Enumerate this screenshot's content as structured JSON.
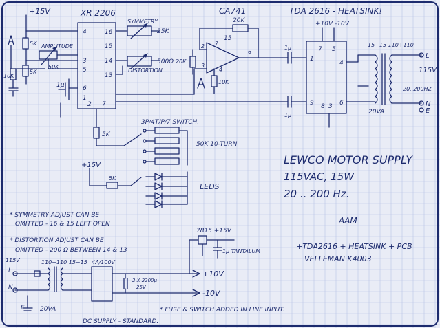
{
  "labels": {
    "ic_xr": "XR 2206",
    "ic_ca": "CA741",
    "ic_tda": "TDA 2616 - HEATSINK!",
    "plus15v_top": "+15V",
    "plus15v_mid": "+15V",
    "plus15v_ps": "+15V",
    "tda_supply": "+10V  -10V",
    "sym": "SYMMETRY",
    "sym_val": "25K",
    "dist": "DISTORTION",
    "dist_val": "500Ω",
    "amplitude": "AMPLITUDE",
    "amp_val": "50K",
    "r5k_top": "5K",
    "r5k_bot": "5K",
    "r10k_left": "10K",
    "c1u_left": "1µ",
    "r20k": "20K",
    "p15": "15",
    "r10k_op": "10K",
    "r20k_op": "20K",
    "c1u_a": "1µ",
    "c1u_b": "1µ",
    "r5k_sw": "5K",
    "r5k_led": "5K",
    "switch": "3P/4T/P/7 SWITCH.",
    "pot": "50K 10-TURN",
    "leds": "LEDS",
    "tr_label": "15+15   110+110",
    "v115": "115V",
    "f20": "20..200HZ",
    "va20": "20VA",
    "title1": "LEWCO MOTOR SUPPLY",
    "title2": "115VAC, 15W",
    "title3": "20 .. 200 Hz.",
    "aam": "AAM",
    "note1": "* SYMMETRY ADJUST CAN BE",
    "note1b": "OMITTED - 16 & 15 LEFT OPEN",
    "note2": "* DISTORTION ADJUST CAN BE",
    "note2b": "OMITTED - 200 Ω BETWEEN 14 & 13",
    "note3": "+TDA2616 + HEATSINK + PCB",
    "note3b": "VELLEMAN K4003",
    "ps_7815": "7815  +15V",
    "ps_cap": "1µ TANTALUM",
    "ps_115": "115V",
    "ps_tr": "110+110  15+15",
    "ps_rect": "4A/100V",
    "ps_cap2": "2 X 2200µ",
    "ps_cap2b": "25V",
    "ps_10v": "+10V",
    "ps_m10v": "-10V",
    "ps_20va": "20VA",
    "fuse_note": "* FUSE & SWITCH ADDED IN LINE INPUT.",
    "dc_supply": "DC SUPPLY - STANDARD.",
    "term_L": "L",
    "term_N": "N",
    "term_E": "E",
    "ps_L": "L",
    "ps_N": "N",
    "ps_E": "E",
    "pin4": "4",
    "pin3": "3",
    "pin5": "5",
    "pin6": "6",
    "pin1": "1",
    "pin16": "16",
    "pin15": "15",
    "pin14": "14",
    "pin13": "13",
    "pin2": "2",
    "pin7": "7",
    "opin2": "2",
    "opin3": "3",
    "opin6": "6",
    "opin7": "7",
    "opin4": "4",
    "tpin1": "1",
    "tpin7": "7",
    "tpin5": "5",
    "tpin4": "4",
    "tpin9": "9",
    "tpin6": "6",
    "tpin8": "8",
    "tpin3": "3",
    "cap14": "1µ"
  }
}
